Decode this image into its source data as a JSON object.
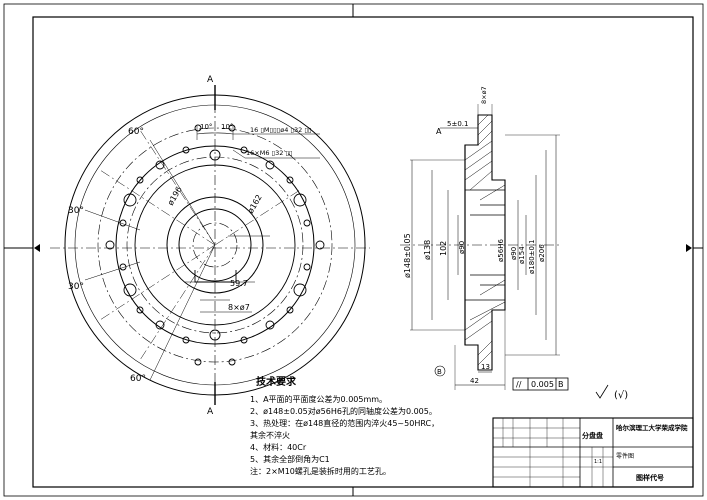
{
  "left_view": {
    "angle_top": "60°",
    "angle_bottom": "60°",
    "angle_mid_upper": "30°",
    "angle_mid_lower": "30°",
    "angle_10a": "10°",
    "angle_10b": "10°",
    "callout_1": "16 ▯M▯▯▯ø4 ▯32 ▯▯",
    "callout_2": "16×M6 ▯32 ▯▯",
    "dia_196": "ø196",
    "dia_162": "ø162",
    "dim_59_7": "59.7",
    "callout_3": "8×ø7",
    "section_mark": "A"
  },
  "section_view": {
    "chamfer": "5±0.1",
    "d7": "8×ø7",
    "d148": "ø148±0.05",
    "d138": "ø138",
    "d102": "102",
    "d90a": "ø90",
    "d56": "ø56H6",
    "d90b": "ø90",
    "d154": "ø154",
    "d180": "ø180±0.1",
    "d206": "ø206",
    "w13": "13",
    "w42": "42",
    "tolerance_symbol": "//",
    "tolerance_value": "0.005",
    "datum": "B",
    "flatness_label": "A",
    "roughness": "(√)"
  },
  "tech_requirements": {
    "title": "技术要求",
    "items": [
      "1、A平面的平面度公差为0.005mm。",
      "2、ø148±0.05对ø56H6孔的同轴度公差为0.005。",
      "3、热处理：在ø148直径的范围内淬火45~50HRC，",
      "   其余不淬火",
      "4、材料：40Cr",
      "5、其余全部倒角为C1",
      "注：2×M10螺孔是装拆时用的工艺孔。"
    ]
  },
  "title_block": {
    "part_name": "分盘盘",
    "school": "哈尔滨理工大学荣成学院",
    "material_cell": "零件图",
    "scale": "1:1",
    "drawing_no": "图样代号"
  }
}
